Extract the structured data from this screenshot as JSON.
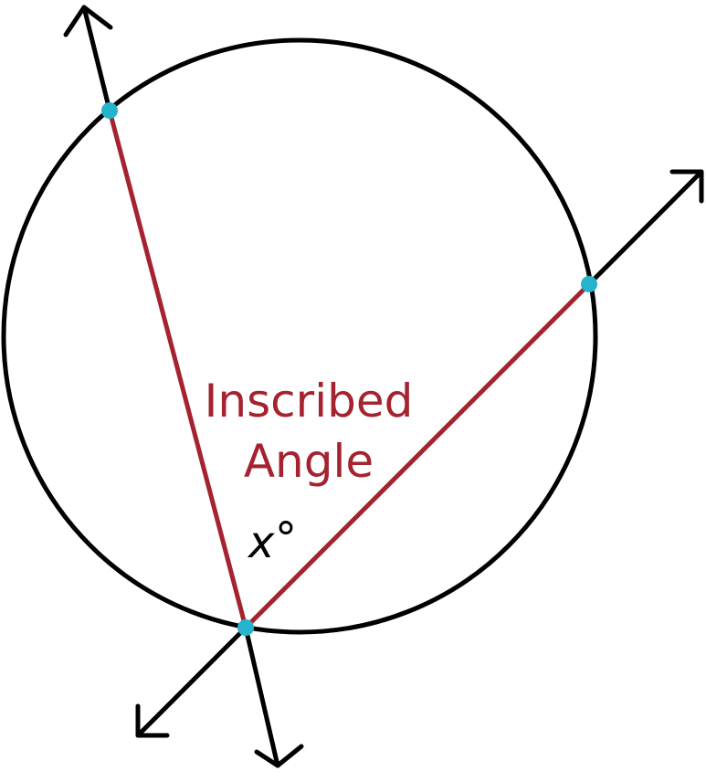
{
  "label": {
    "line1": "Inscribed",
    "line2": "Angle"
  },
  "angle": {
    "variable": "x",
    "unit": "°"
  },
  "colors": {
    "circle": "#000000",
    "chord": "#a4232f",
    "point": "#26b3cc",
    "text_primary": "#a4232f",
    "text_angle": "#000000"
  }
}
